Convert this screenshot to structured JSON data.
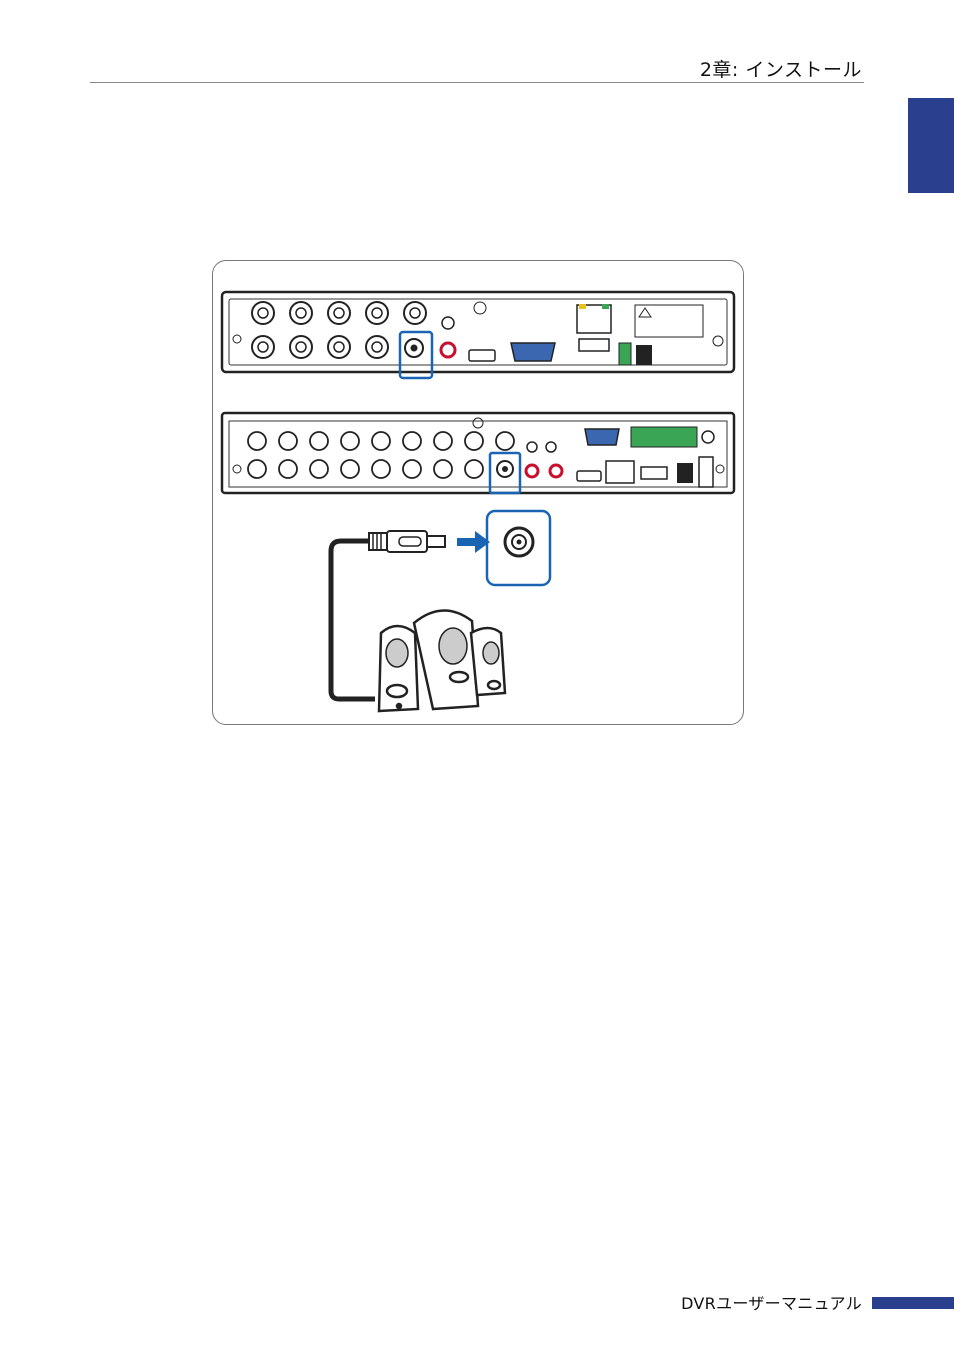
{
  "header": {
    "chapter_title": "2章: インストール"
  },
  "footer": {
    "manual_title": "DVRユーザーマニュアル"
  },
  "colors": {
    "accent": "#2b3f8f",
    "highlight": "#1a64b4",
    "connector_green": "#3aa655",
    "vga_blue": "#3a67b0",
    "audio_red": "#c8102e"
  },
  "figure": {
    "illustration": "audio-out-connection-diagram",
    "icons": [
      "dvr-rear-panel-8ch",
      "dvr-rear-panel-16ch",
      "rca-cable",
      "blue-arrow",
      "audio-port-closeup",
      "speakers"
    ]
  }
}
